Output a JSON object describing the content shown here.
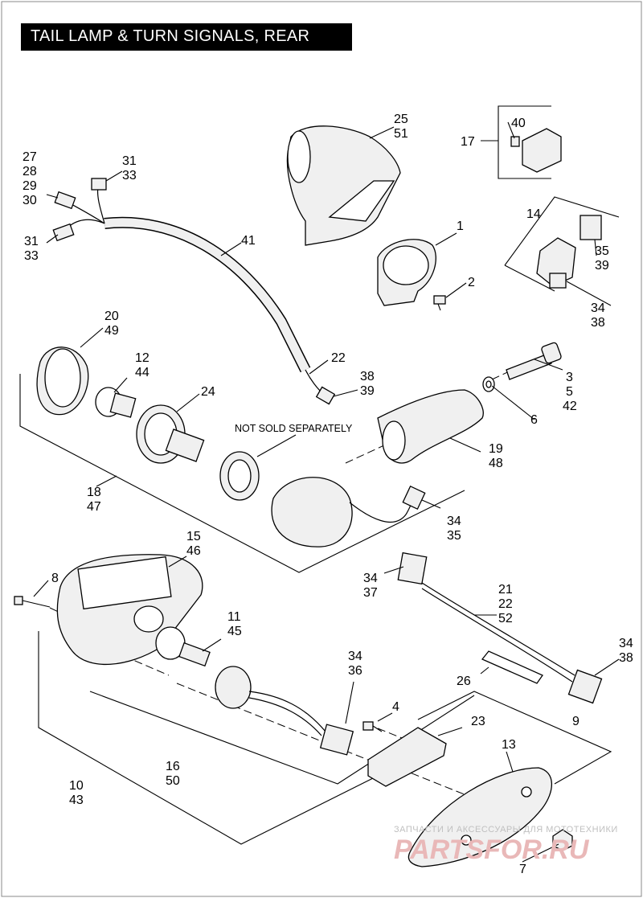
{
  "title": "TAIL LAMP & TURN SIGNALS, REAR",
  "note": "NOT SOLD SEPARATELY",
  "watermark": {
    "line1": "ЗАПЧАСТИ И АКСЕССУАРЫ ДЛЯ МОТОТЕХНИКИ",
    "line2": "PARTSFOR.RU"
  },
  "callouts": {
    "c1": "1",
    "c2": "2",
    "c3": [
      "3",
      "5",
      "42"
    ],
    "c4": "4",
    "c6": "6",
    "c7": "7",
    "c8": "8",
    "c9": "9",
    "c10": [
      "10",
      "43"
    ],
    "c11": [
      "11",
      "45"
    ],
    "c12": [
      "12",
      "44"
    ],
    "c13": "13",
    "c14": "14",
    "c15": [
      "15",
      "46"
    ],
    "c16": [
      "16",
      "50"
    ],
    "c17": "17",
    "c18": [
      "18",
      "47"
    ],
    "c19": [
      "19",
      "48"
    ],
    "c20": [
      "20",
      "49"
    ],
    "c21": [
      "21",
      "22",
      "52"
    ],
    "c22": "22",
    "c23": "23",
    "c24": "24",
    "c25": [
      "25",
      "51"
    ],
    "c26": "26",
    "c27": [
      "27",
      "28",
      "29",
      "30"
    ],
    "c31a": [
      "31",
      "33"
    ],
    "c31b": [
      "31",
      "33"
    ],
    "c34a": [
      "34",
      "35"
    ],
    "c34b": [
      "34",
      "36"
    ],
    "c34c": [
      "34",
      "37"
    ],
    "c34d": [
      "34",
      "38"
    ],
    "c34e": [
      "34",
      "38"
    ],
    "c35": [
      "35",
      "39"
    ],
    "c38": [
      "38",
      "39"
    ],
    "c40": "40",
    "c41": "41"
  }
}
